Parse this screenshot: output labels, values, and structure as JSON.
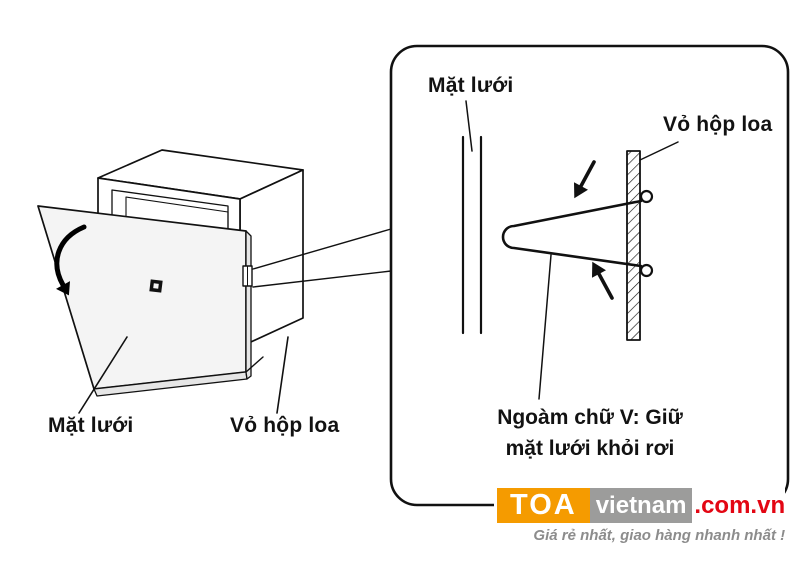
{
  "figure": {
    "main": {
      "grille_label": "Mặt lưới",
      "box_label": "Vỏ hộp loa"
    },
    "detail": {
      "grille_label": "Mặt lưới",
      "box_label": "Vỏ hộp loa",
      "clip_caption_line1": "Ngoàm chữ V: Giữ",
      "clip_caption_line2": "mặt lưới khỏi rơi"
    }
  },
  "logo": {
    "brand": "TOA",
    "site": "vietnam",
    "domain": ".com.vn",
    "tagline": "Giá rẻ nhất, giao hàng nhanh nhất !",
    "colors": {
      "brand_bg": "#F59B00",
      "site_bg": "#9C9C9B",
      "domain_red": "#E30613",
      "tagline_gray": "#8C8C8C"
    }
  }
}
